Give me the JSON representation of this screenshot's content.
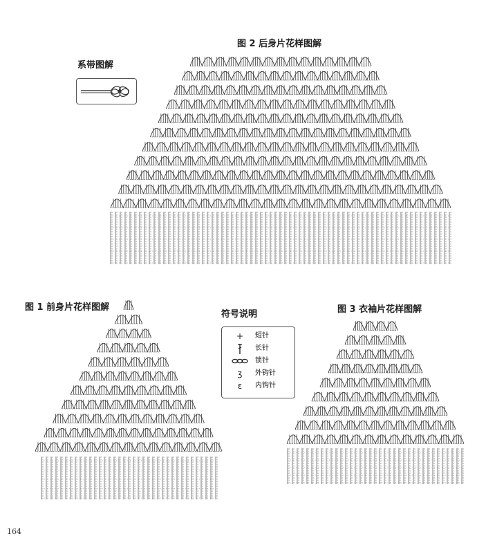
{
  "titles": {
    "back": "图 2 后身片花样图解",
    "front": "图 1 前身片花样图解",
    "sleeve": "图 3 衣袖片花样图解",
    "sash": "系带图解",
    "legend": "符号说明"
  },
  "legend": [
    {
      "symbol": "sc-symbol",
      "glyph": "+",
      "label": "短针"
    },
    {
      "symbol": "dc-symbol",
      "glyph": "",
      "label": "长针"
    },
    {
      "symbol": "chain-symbol",
      "glyph": "",
      "label": "锁针"
    },
    {
      "symbol": "fpdc-symbol",
      "glyph": "ʒ",
      "label": "外钩针"
    },
    {
      "symbol": "bpdc-symbol",
      "glyph": "ɛ",
      "label": "内钩针"
    }
  ],
  "page_number": "164",
  "colors": {
    "ink": "#3a3a3a",
    "fringe": "#6a6a6a"
  }
}
